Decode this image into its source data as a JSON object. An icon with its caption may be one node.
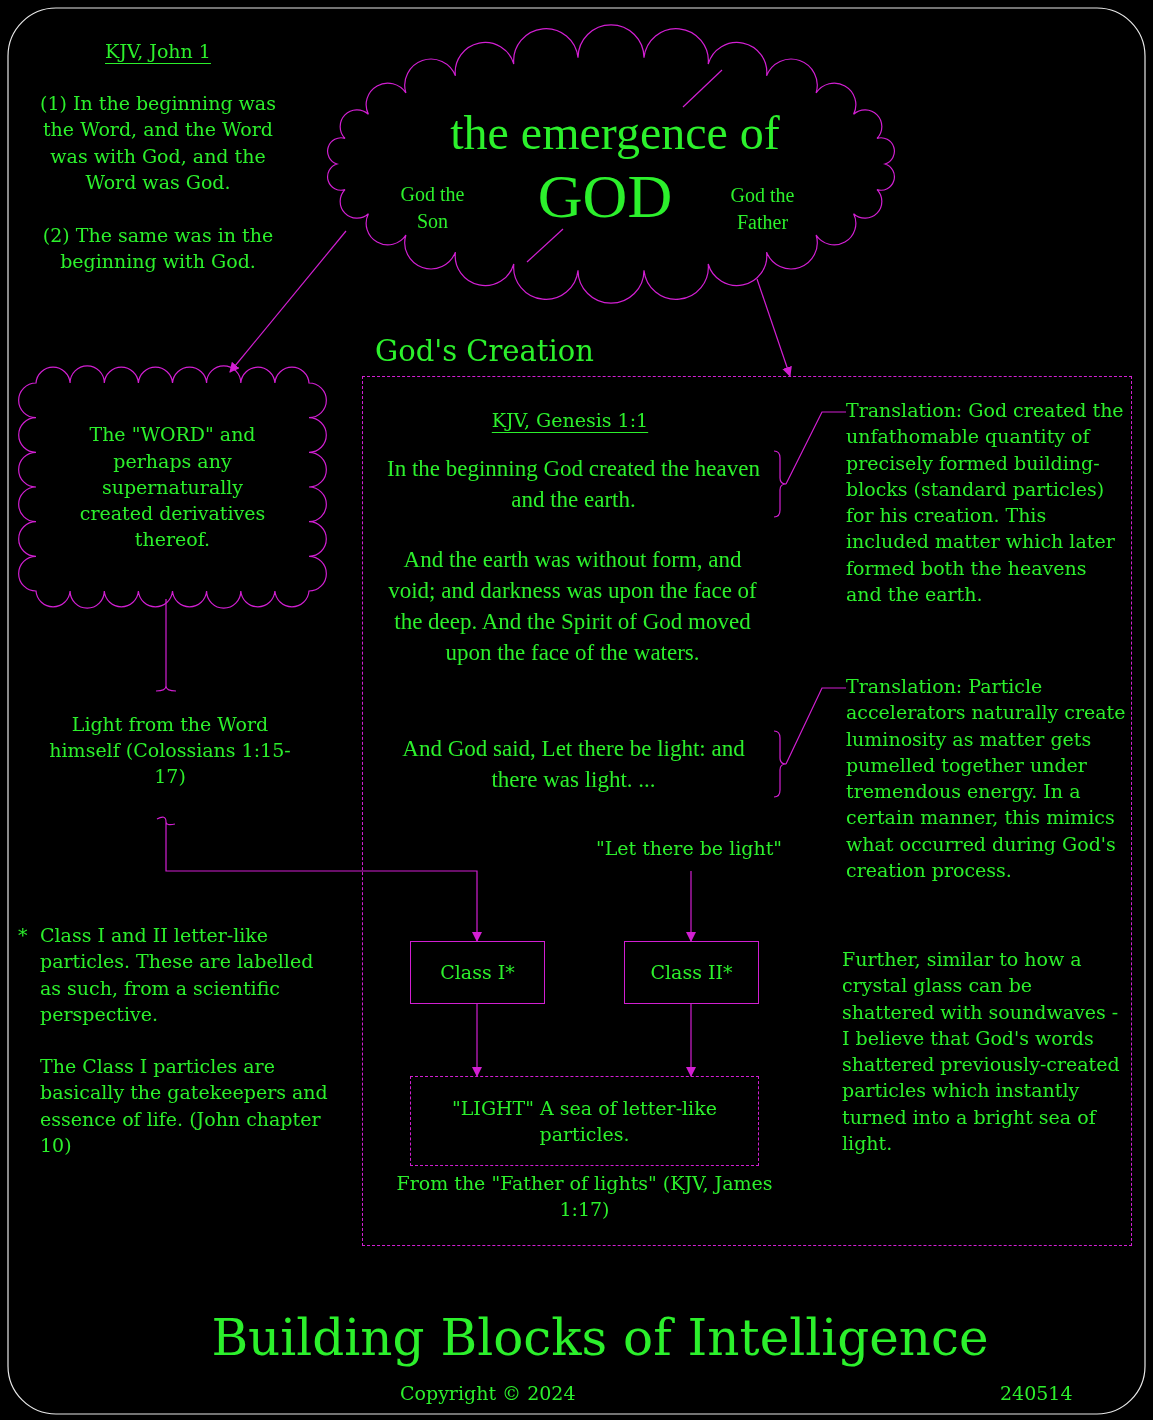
{
  "diagram": {
    "title": "Building Blocks of Intelligence",
    "nodes": [
      {
        "text": [
          "the emergence of",
          "God the Son",
          "GOD",
          "God the Father"
        ]
      },
      {
        "text": [
          "The \"WORD\" and perhaps any supernaturally created derivatives thereof."
        ]
      },
      {
        "text": [
          "Light from the Word himself (Colossians 1:15-17)"
        ]
      },
      {
        "text": [
          "God's Creation"
        ]
      },
      {
        "text": [
          "\"Let there be light\""
        ],
        "in": 3
      },
      {
        "text": [
          "Class I*"
        ],
        "in": 3
      },
      {
        "text": [
          "Class II*"
        ],
        "in": 3
      },
      {
        "text": [
          "\"LIGHT\" A sea of letter-like particles."
        ],
        "in": 3,
        "beside": [
          "From the \"Father of lights\" (KJV, James 1:17)"
        ]
      },
      {
        "text": [
          "In the beginning God created the heaven and the earth."
        ],
        "in": 3
      },
      {
        "text": [
          "And God said, Let there be light: and there was light. ..."
        ],
        "in": 3
      },
      {
        "text": [
          "Translation: God created the unfathomable quantity of precisely formed building-blocks (standard particles) for his creation. This included matter which later formed both the heavens and the earth."
        ],
        "in": 3
      },
      {
        "text": [
          "Translation: Particle accelerators naturally create luminosity as matter gets pumelled together under tremendous energy. In a certain manner, this mimics what occurred during God's creation process."
        ],
        "in": 3
      }
    ],
    "edges": [
      {
        "from": 0,
        "to": 1,
        "arrow": "to"
      },
      {
        "from": 0,
        "to": 3,
        "arrow": "to"
      },
      {
        "from": 1,
        "to": 2,
        "arrow": "none"
      },
      {
        "from": 2,
        "to": 5,
        "arrow": "to"
      },
      {
        "from": 4,
        "to": 6,
        "arrow": "to"
      },
      {
        "from": 5,
        "to": 7,
        "arrow": "to"
      },
      {
        "from": 6,
        "to": 7,
        "arrow": "to"
      },
      {
        "from": 8,
        "to": 10,
        "arrow": "none"
      },
      {
        "from": 9,
        "to": 11,
        "arrow": "none"
      }
    ],
    "labels": [
      "KJV, John 1",
      "(1) In the beginning was the Word, and the Word was with God, and the Word was God.",
      "(2) The same was in the beginning with God.",
      "KJV, Genesis 1:1",
      "And the earth was without form, and void; and darkness was upon the face of the deep. And the Spirit of God moved upon the face of the waters.",
      "Further, similar to how a crystal glass can be shattered with soundwaves - I believe that God's words shattered previously-created particles which instantly turned into a bright sea of light.",
      "*",
      "Class I and II letter-like particles. These are labelled as such, from a scientific perspective.",
      "The Class I particles are basically the gatekeepers and essence of life. (John chapter 10)",
      "Copyright © 2024",
      "240514"
    ]
  }
}
